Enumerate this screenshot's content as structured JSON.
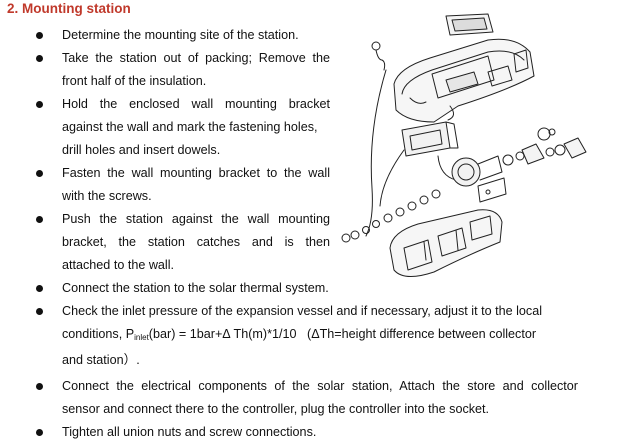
{
  "section": {
    "title": "2. Mounting station"
  },
  "steps": [
    {
      "lines": [
        "Determine the mounting site of the station."
      ]
    },
    {
      "lines": [
        "Take the station out of packing; Remove the",
        "front half of the insulation."
      ]
    },
    {
      "lines": [
        "Hold the enclosed wall mounting bracket",
        "against the wall and mark the fastening holes,",
        "drill holes and insert dowels."
      ]
    },
    {
      "lines": [
        "Fasten the wall mounting bracket to the wall",
        "with the screws."
      ]
    },
    {
      "lines": [
        "Push the station against the wall mounting",
        "bracket, the station catches and is then",
        "attached to the wall."
      ]
    },
    {
      "lines": [
        "Connect the station to the solar thermal system."
      ]
    },
    {
      "line1": "Check the inlet pressure of the expansion vessel and if necessary, adjust it to the local",
      "line2_a": "conditions, P",
      "line2_sub": "inlet",
      "line2_b": "(bar) = 1bar+Δ Th(m)*1/10   (ΔTh=height difference between collector",
      "line3": "and station）."
    },
    {
      "lines": [
        "Connect the electrical components of the solar station, Attach the store and collector",
        "sensor and connect there to the controller, plug the controller into the socket."
      ]
    },
    {
      "lines": [
        "Tighten all union nuts and screw connections."
      ]
    }
  ]
}
